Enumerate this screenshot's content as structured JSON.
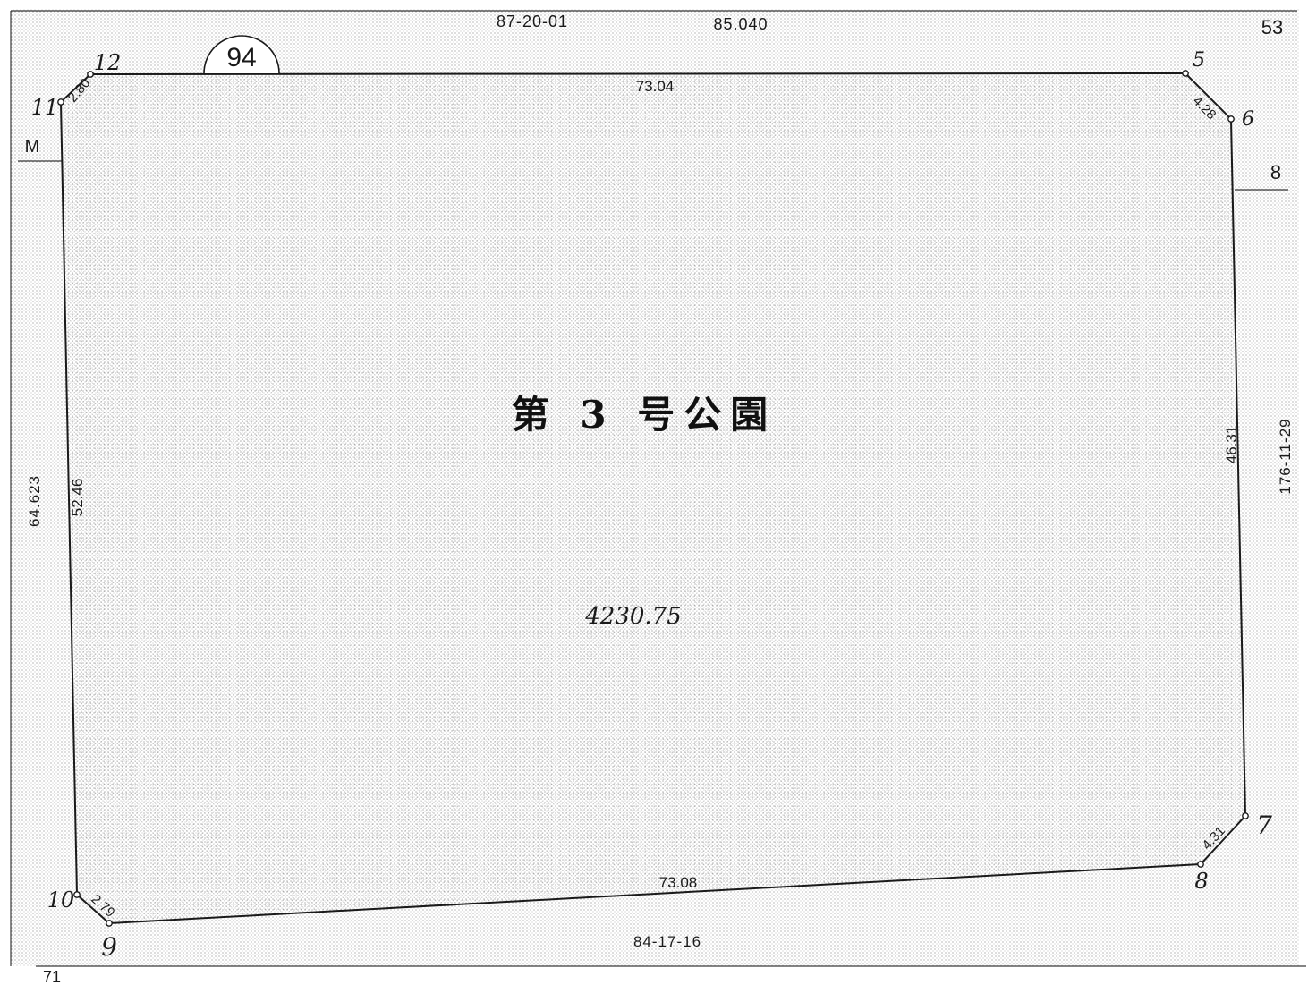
{
  "map": {
    "title": "第 3 号公園",
    "area": "4230.75",
    "parcel_number": "94",
    "corner_labels": {
      "top_right": "53",
      "right_side": "8",
      "left_side": "M",
      "bottom_left": "71"
    },
    "bearings": {
      "top": "87-20-01",
      "bottom": "84-17-16",
      "right": "176-11-29"
    },
    "distances": {
      "top_boundary": "85.040",
      "left_boundary": "64.623"
    },
    "edges": {
      "north": "73.04",
      "south": "73.08",
      "west": "52.46",
      "east": "46.31",
      "corner_nw": "2.80",
      "corner_ne": "4.28",
      "corner_se": "4.31",
      "corner_sw": "2.79"
    },
    "points": {
      "p5": "5",
      "p6": "6",
      "p7": "7",
      "p8": "8",
      "p9": "9",
      "p10": "10",
      "p11": "11",
      "p12": "12"
    }
  }
}
